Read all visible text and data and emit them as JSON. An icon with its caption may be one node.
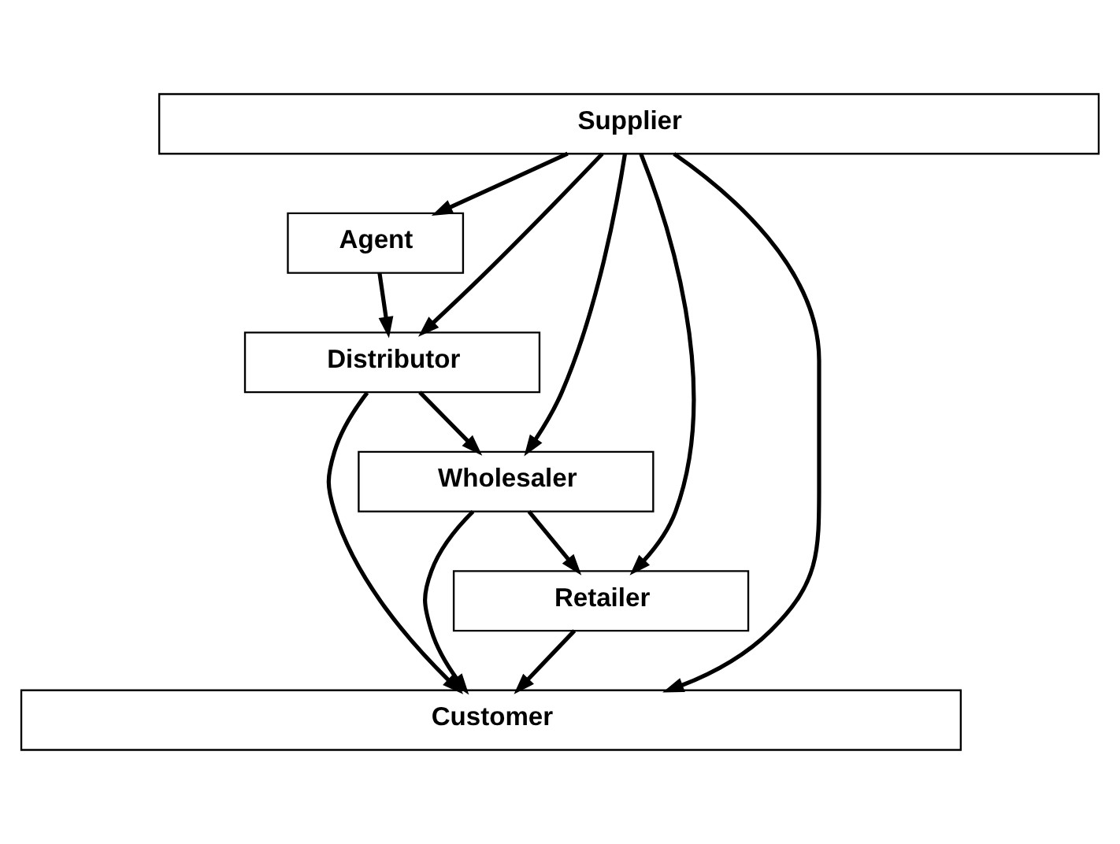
{
  "diagram": {
    "nodes": [
      {
        "text": [
          "Supplier"
        ]
      },
      {
        "text": [
          "Agent"
        ]
      },
      {
        "text": [
          "Distributor"
        ]
      },
      {
        "text": [
          "Wholesaler"
        ]
      },
      {
        "text": [
          "Retailer"
        ]
      },
      {
        "text": [
          "Customer"
        ]
      }
    ],
    "edges": [
      {
        "from": 0,
        "to": 1,
        "arrow": "to"
      },
      {
        "from": 0,
        "to": 2,
        "arrow": "to"
      },
      {
        "from": 0,
        "to": 3,
        "arrow": "to"
      },
      {
        "from": 0,
        "to": 4,
        "arrow": "to"
      },
      {
        "from": 0,
        "to": 5,
        "arrow": "to"
      },
      {
        "from": 1,
        "to": 2,
        "arrow": "to"
      },
      {
        "from": 2,
        "to": 3,
        "arrow": "to"
      },
      {
        "from": 2,
        "to": 5,
        "arrow": "to"
      },
      {
        "from": 3,
        "to": 4,
        "arrow": "to"
      },
      {
        "from": 3,
        "to": 5,
        "arrow": "to"
      },
      {
        "from": 4,
        "to": 5,
        "arrow": "to"
      }
    ]
  }
}
